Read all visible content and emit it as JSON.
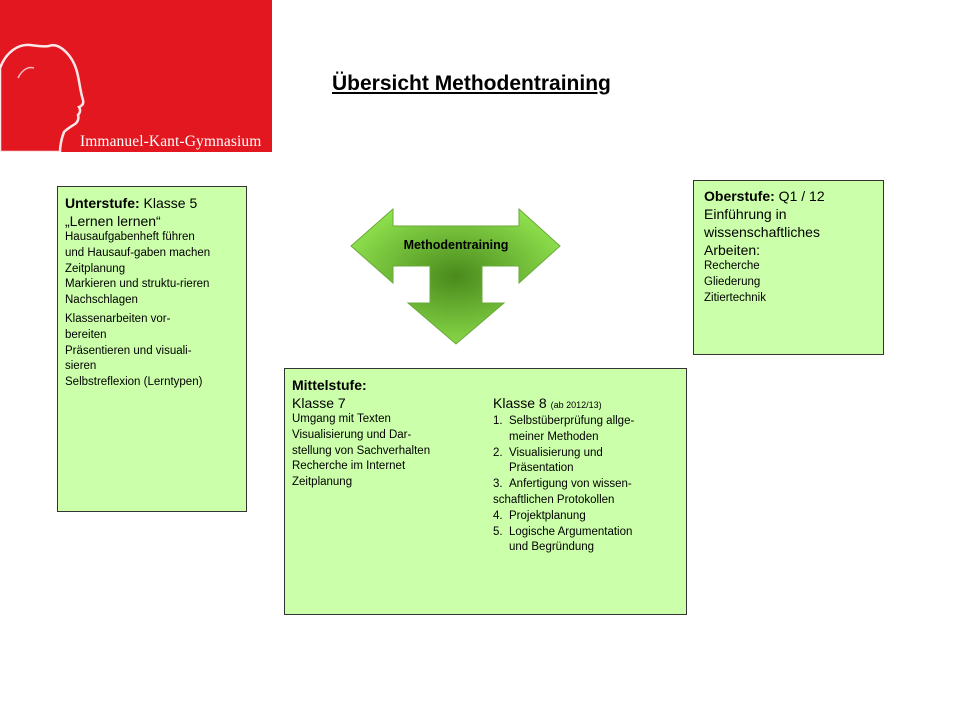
{
  "logo": {
    "text": "Immanuel-Kant-Gymnasium"
  },
  "title": "Übersicht Methodentraining",
  "arrow": {
    "label": "Methodentraining"
  },
  "unterstufe": {
    "label": "Unterstufe:",
    "grade": " Klasse 5",
    "motto": "„Lernen lernen“",
    "items": [
      "Hausaufgabenheft führen",
      "und Hausauf-gaben machen",
      "Zeitplanung",
      "Markieren  und struktu-rieren",
      "Nachschlagen",
      "Klassenarbeiten vor-",
      "bereiten",
      "Präsentieren und visuali-",
      "sieren",
      "Selbstreflexion (Lerntypen)"
    ]
  },
  "oberstufe": {
    "label": "Oberstufe:",
    "grade": " Q1 / 12",
    "topic_lines": [
      "Einführung in",
      "wissenschaftliches",
      "Arbeiten:"
    ],
    "items": [
      "Recherche",
      "Gliederung",
      "Zitiertechnik"
    ]
  },
  "mittelstufe": {
    "label": "Mittelstufe:",
    "klasse7": {
      "title": "Klasse 7",
      "items": [
        "Umgang mit Texten",
        "Visualisierung und Dar-",
        "stellung von Sachverhalten",
        "Recherche  im Internet",
        "Zeitplanung"
      ]
    },
    "klasse8": {
      "title": "Klasse 8 ",
      "note": "(ab 2012/13)",
      "items": [
        {
          "num": "1.",
          "lines": [
            "Selbstüberprüfung allge-",
            "meiner Methoden"
          ]
        },
        {
          "num": "2.",
          "lines": [
            "Visualisierung und",
            "Präsentation"
          ]
        },
        {
          "num": "3.",
          "lines": [
            "Anfertigung von wissen-"
          ]
        },
        {
          "num": "",
          "lines": [
            "schaftlichen Protokollen"
          ]
        },
        {
          "num": "4.",
          "lines": [
            "Projektplanung"
          ]
        },
        {
          "num": "5.",
          "lines": [
            "Logische Argumentation",
            "und Begründung"
          ]
        }
      ]
    }
  },
  "colors": {
    "logo_red": "#e3171f",
    "box_green": "#ccffaa",
    "arrow_light": "#99ee55",
    "arrow_dark": "#4a8a1c"
  }
}
